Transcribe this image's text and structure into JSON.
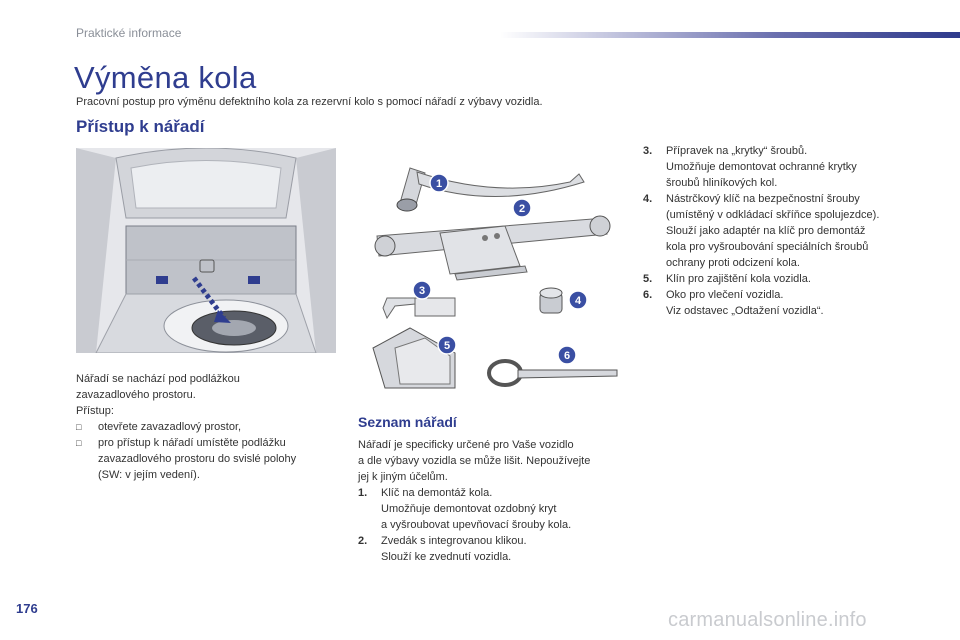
{
  "header": {
    "section": "Praktické informace"
  },
  "title": "Výměna kola",
  "subtitle": "Pracovní postup pro výměnu defektního kola za rezervní kolo s pomocí nářadí z výbavy vozidla.",
  "access": {
    "heading": "Přístup k nářadí",
    "intro_1": "Nářadí se nachází pod podlážkou",
    "intro_2": "zavazadlového prostoru.",
    "label": "Přístup:",
    "bullets": [
      {
        "line1": "otevřete zavazadlový prostor,",
        "line2": "",
        "line3": "",
        "line4": ""
      },
      {
        "line1": "pro přístup k nářadí umístěte podlážku",
        "line2": "zavazadlového prostoru do svislé polohy",
        "line3": "(SW: v jejím vedení).",
        "line4": ""
      }
    ]
  },
  "tools": {
    "heading": "Seznam nářadí",
    "intro": [
      "Nářadí je specificky určené pro Vaše vozidlo",
      "a dle výbavy vozidla se může lišit. Nepoužívejte",
      "jej k jiným účelům."
    ],
    "items_left": [
      {
        "num": "1.",
        "lines": [
          "Klíč na demontáž kola.",
          "Umožňuje demontovat ozdobný kryt",
          "a vyšroubovat upevňovací šrouby kola."
        ]
      },
      {
        "num": "2.",
        "lines": [
          "Zvedák s integrovanou klikou.",
          "Slouží ke zvednutí vozidla."
        ]
      }
    ],
    "items_right": [
      {
        "num": "3.",
        "lines": [
          "Přípravek na „krytky“ šroubů.",
          "Umožňuje demontovat ochranné krytky",
          "šroubů hliníkových kol."
        ]
      },
      {
        "num": "4.",
        "lines": [
          "Nástrčkový klíč na bezpečnostní šrouby",
          "(umístěný v odkládací skříňce spolujezdce).",
          "Slouží jako adaptér na klíč pro demontáž",
          "kola pro vyšroubování speciálních šroubů",
          "ochrany proti odcizení kola."
        ]
      },
      {
        "num": "5.",
        "lines": [
          "Klín pro zajištění kola vozidla."
        ]
      },
      {
        "num": "6.",
        "lines": [
          "Oko pro vlečení vozidla.",
          "Viz odstavec „Odtažení vozidla“."
        ]
      }
    ],
    "callouts": [
      "1",
      "2",
      "3",
      "4",
      "5",
      "6"
    ]
  },
  "footer": {
    "page": "176",
    "watermark": "carmanualsonline.info"
  },
  "colors": {
    "accent": "#2f3d8f",
    "callout": "#3a4fa3"
  }
}
